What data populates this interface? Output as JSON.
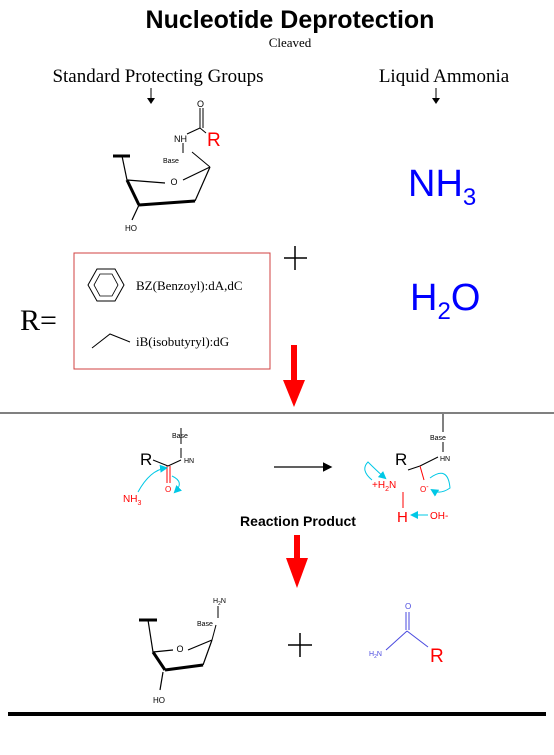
{
  "title": "Nucleotide Deprotection",
  "subtitle": "Cleaved",
  "sections": {
    "left_label": "Standard Protecting Groups",
    "right_label": "Liquid Ammonia"
  },
  "reagents": {
    "ammonia_symbol": "NH",
    "ammonia_subscript": "3",
    "water_h": "H",
    "water_subscript": "2",
    "water_o": "O"
  },
  "structure_labels": {
    "carbonyl_o": "O",
    "amide_nh": "NH",
    "r_group": "R",
    "base": "Base",
    "ring_o": "O",
    "hydroxyl": "HO"
  },
  "r_definition": {
    "prefix": "R=",
    "items": [
      {
        "label": "BZ(Benzoyl):dA,dC",
        "icon": "benzene-ring-icon"
      },
      {
        "label": "iB(isobutyryl):dG",
        "icon": "isobutyryl-chain-icon"
      }
    ]
  },
  "mechanism": {
    "base": "Base",
    "hn": "HN",
    "r": "R",
    "nh3": "NH",
    "nh3_sub": "3",
    "carbonyl_o": "O",
    "plus_h2n": "+H",
    "h2n_sub": "2",
    "n": "N",
    "o_minus": "O",
    "minus": "-",
    "h": "H",
    "hydroxide": "OH-"
  },
  "reaction_product_label": "Reaction Product",
  "products": {
    "h2n": "H",
    "h2n_sub": "2",
    "h2n_n": "N",
    "base": "Base",
    "ring_o": "O",
    "hydroxyl": "HO",
    "amide_o": "O",
    "amide_h2n": "H",
    "amide_h2n_sub": "2",
    "amide_n": "N",
    "amide_r": "R"
  },
  "colors": {
    "black": "#000000",
    "blue": "#0000ff",
    "red": "#ff0000",
    "cyan": "#00c8e6",
    "slate_blue": "#4a4adf",
    "box_border": "#d04040"
  }
}
